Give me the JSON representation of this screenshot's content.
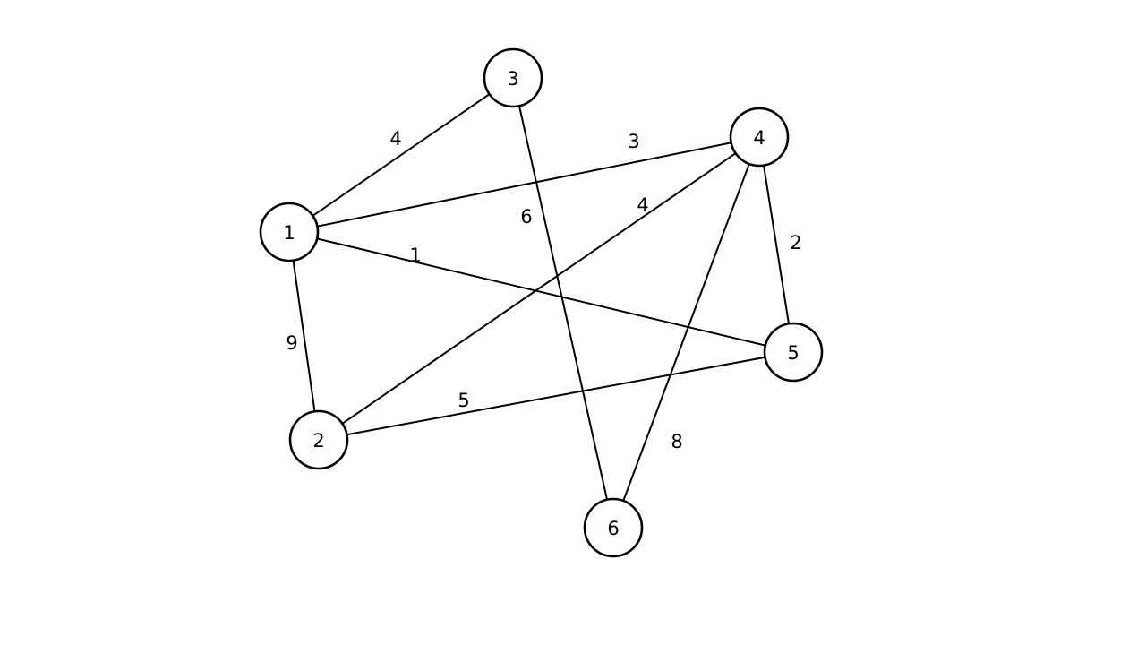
{
  "graph": {
    "nodes": [
      {
        "id": "1",
        "label": "1"
      },
      {
        "id": "2",
        "label": "2"
      },
      {
        "id": "3",
        "label": "3"
      },
      {
        "id": "4",
        "label": "4"
      },
      {
        "id": "5",
        "label": "5"
      },
      {
        "id": "6",
        "label": "6"
      }
    ],
    "edges": [
      {
        "source": "1",
        "target": "3",
        "weight": "4"
      },
      {
        "source": "1",
        "target": "4",
        "weight": "3"
      },
      {
        "source": "1",
        "target": "5",
        "weight": "1"
      },
      {
        "source": "1",
        "target": "2",
        "weight": "9"
      },
      {
        "source": "3",
        "target": "6",
        "weight": "6"
      },
      {
        "source": "4",
        "target": "2",
        "weight": "4"
      },
      {
        "source": "4",
        "target": "5",
        "weight": "2"
      },
      {
        "source": "4",
        "target": "6",
        "weight": "8"
      },
      {
        "source": "2",
        "target": "5",
        "weight": "5"
      }
    ],
    "colors": {
      "stroke": "#000000",
      "node_fill": "#ffffff",
      "background": "#ffffff"
    }
  }
}
